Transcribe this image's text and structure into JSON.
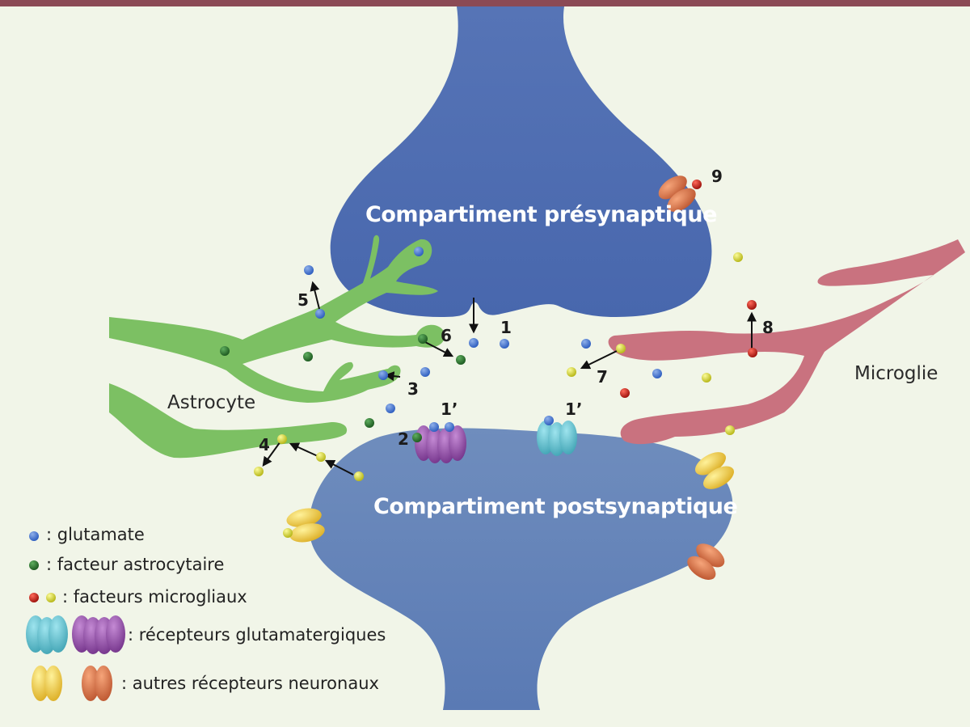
{
  "compartments": {
    "presynaptic": "Compartiment présynaptique",
    "postsynaptic": "Compartiment postsynaptique"
  },
  "cells": {
    "astrocyte": "Astrocyte",
    "microglia": "Microglie"
  },
  "steps": [
    "1",
    "1’",
    "1’",
    "2",
    "3",
    "4",
    "5",
    "6",
    "7",
    "8",
    "9"
  ],
  "legend": {
    "glutamate": ": glutamate",
    "astro_factor": ": facteur astrocytaire",
    "microglial_factors": ": facteurs microgliaux",
    "glutamate_receptors": ": récepteurs glutamatergiques",
    "other_receptors": ": autres récepteurs neuronaux"
  },
  "colors": {
    "presynaptic": "#5d7fbf",
    "postsynaptic": "#6f8fbf",
    "astrocyte": "#7cc063",
    "microglia": "#c9727f",
    "glutamate": "#4f86c6",
    "astro_factor": "#2f7a35",
    "microglial_red": "#d42a22",
    "microglial_yellow": "#dede2e",
    "receptor_cyan": "#5bbfcf",
    "receptor_purple": "#9b4fae",
    "receptor_yellow": "#f2d03b",
    "receptor_orange": "#e47a45",
    "top_bar": "#8b4a55"
  }
}
